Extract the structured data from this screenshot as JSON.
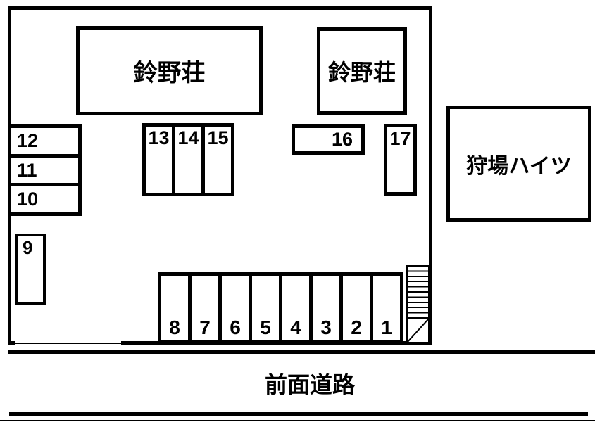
{
  "colors": {
    "line": "#000000",
    "background": "#ffffff"
  },
  "buildings": {
    "suzunoso_left": "鈴野荘",
    "suzunoso_right": "鈴野荘",
    "kariba_heights": "狩場ハイツ"
  },
  "parking": {
    "left_column": [
      "12",
      "11",
      "10"
    ],
    "space_9": "9",
    "middle_row": [
      "13",
      "14",
      "15"
    ],
    "space_16": "16",
    "space_17": "17",
    "bottom_row": [
      "8",
      "7",
      "6",
      "5",
      "4",
      "3",
      "2",
      "1"
    ]
  },
  "road": {
    "label": "前面道路"
  }
}
